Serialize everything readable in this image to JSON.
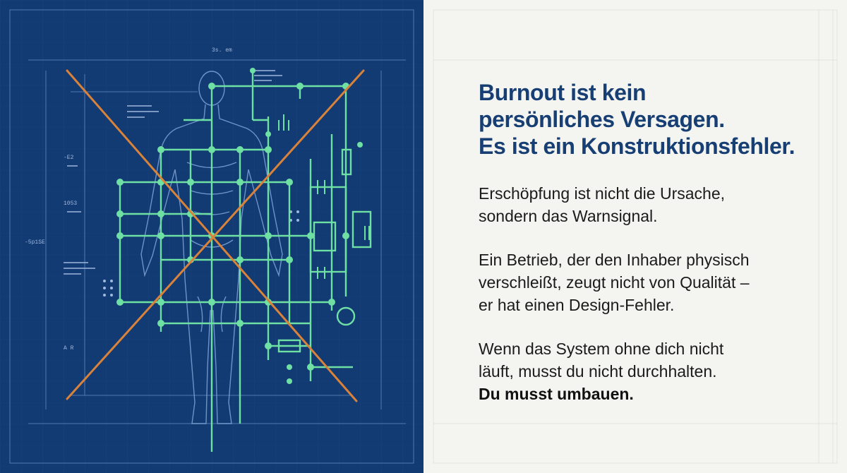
{
  "headline": {
    "line1": "Burnout ist kein",
    "line2": "persönliches Versagen.",
    "line3": "Es ist ein Konstruktionsfehler."
  },
  "paragraphs": {
    "p1": {
      "line1": "Erschöpfung ist nicht die Ursache,",
      "line2": "sondern das Warnsignal."
    },
    "p2": {
      "line1": "Ein Betrieb, der den Inhaber physisch",
      "line2": "verschleißt, zeugt nicht von Qualität –",
      "line3": "er hat einen Design-Fehler."
    },
    "p3": {
      "line1": "Wenn das System ohne dich nicht",
      "line2": "läuft, musst du nicht durchhalten.",
      "line3": "Du musst umbauen."
    }
  },
  "blueprint": {
    "dimension_label_top": "3s. em",
    "side_labels": [
      "-E2",
      "1053",
      "-5p1SE",
      "A R"
    ],
    "colors": {
      "background": "#123a73",
      "circuit": "#6fe0a3",
      "cross": "#d9823a",
      "figure": "#7fa3d6"
    },
    "icons": [
      "human-figure-icon",
      "circuit-diagram-icon",
      "cross-out-mark-icon"
    ]
  }
}
